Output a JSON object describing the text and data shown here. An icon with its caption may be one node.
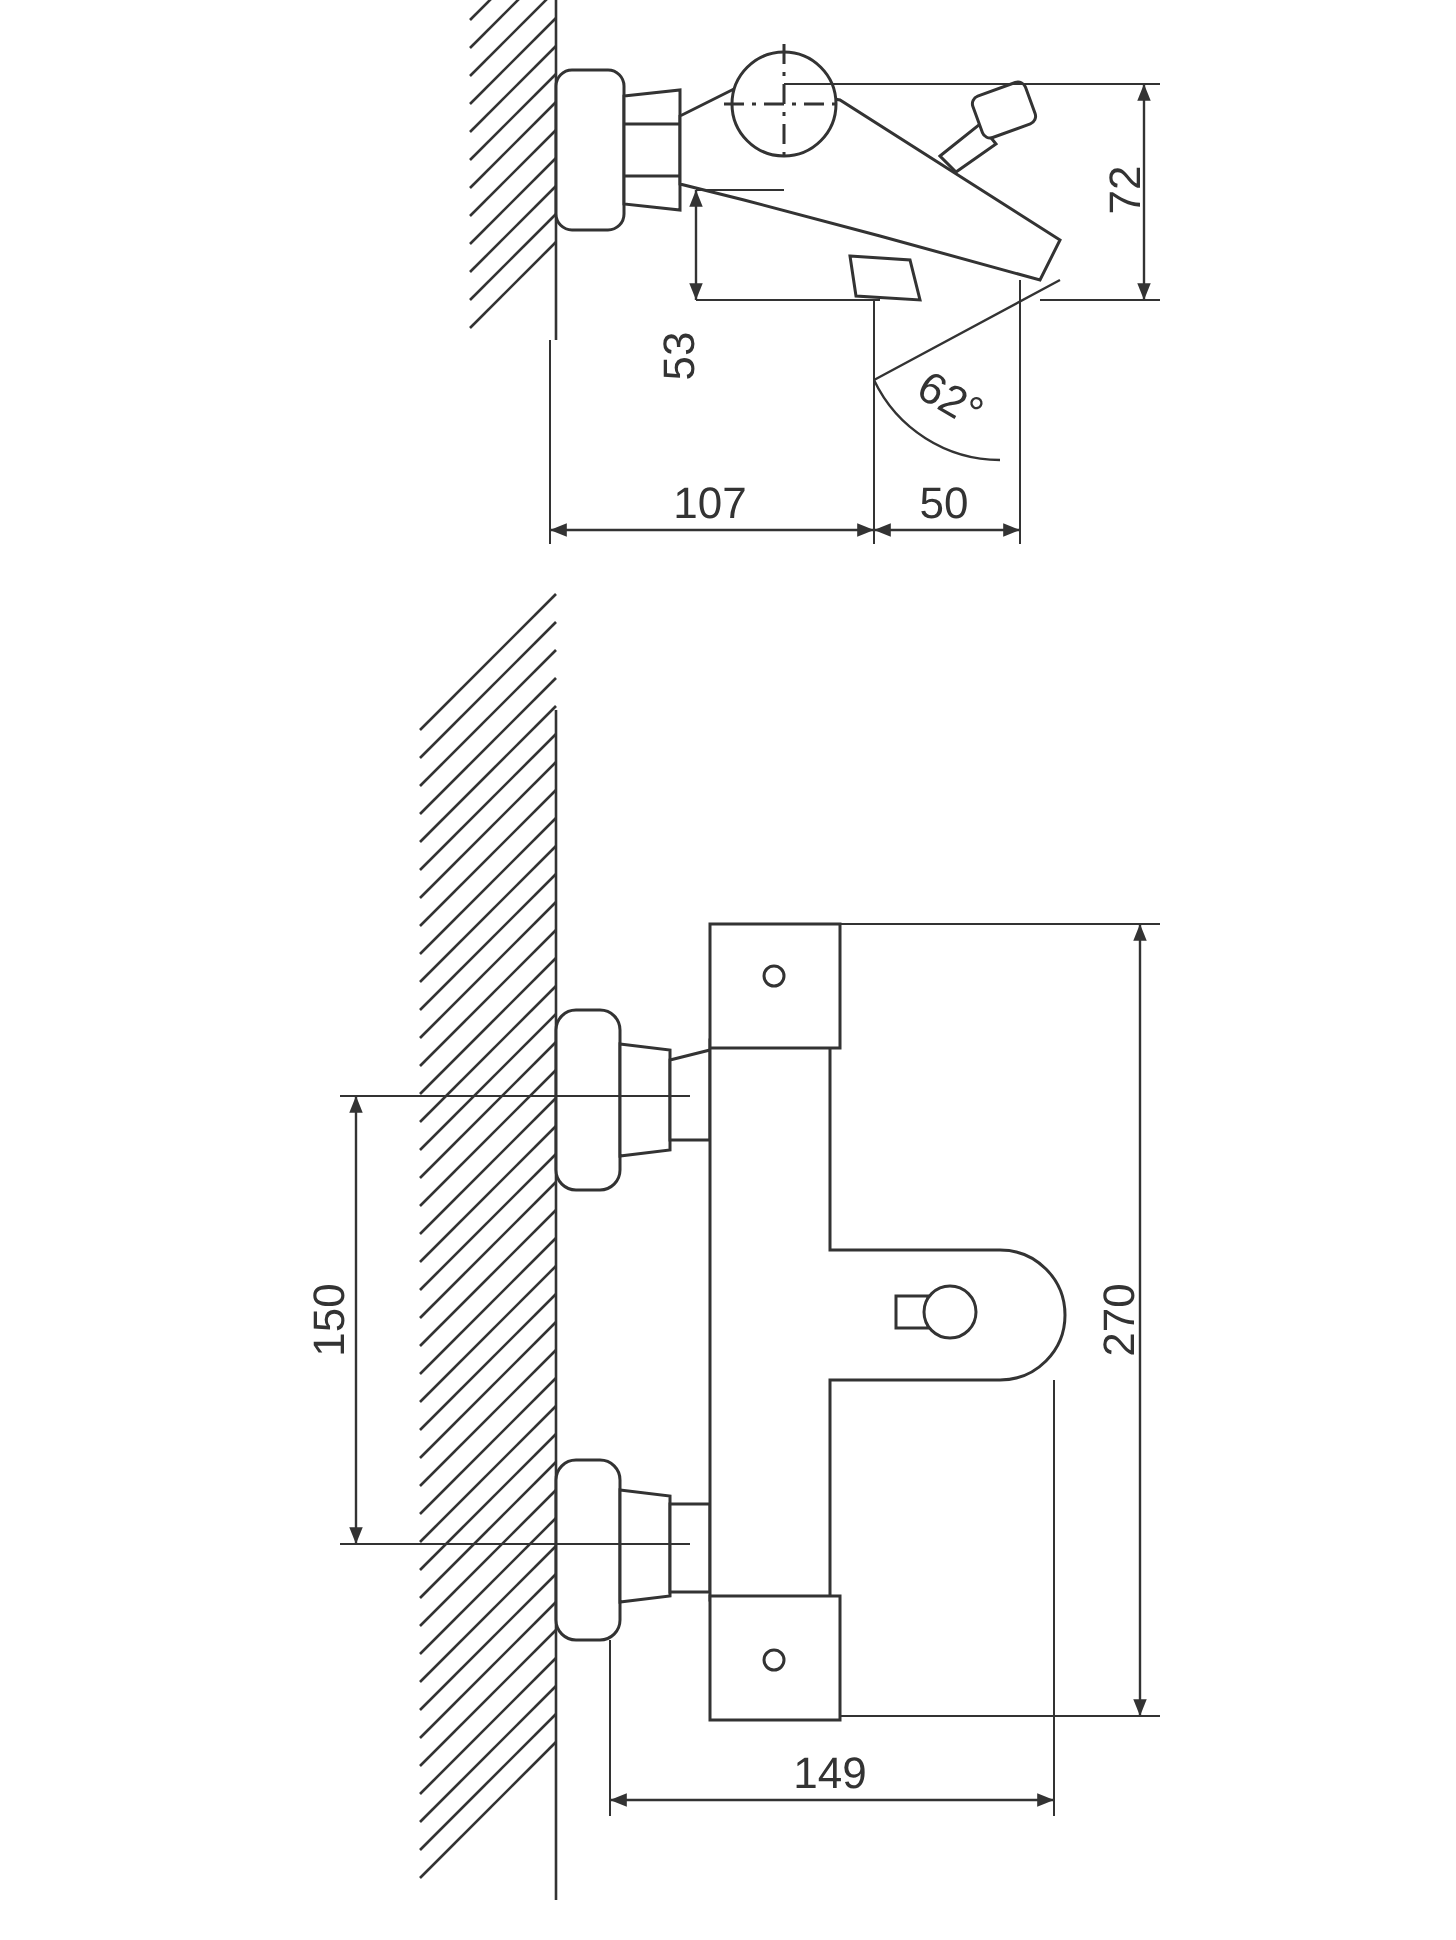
{
  "diagram": {
    "labels": [
      "72",
      "53",
      "62°",
      "107",
      "50",
      "150",
      "270",
      "149"
    ]
  }
}
